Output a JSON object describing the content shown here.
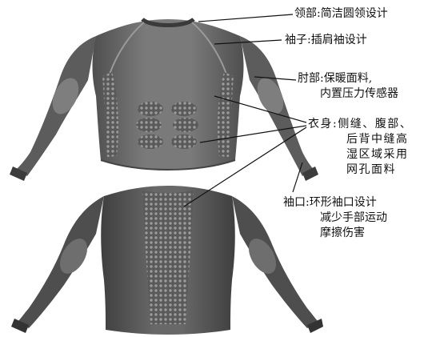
{
  "annotations": {
    "neckline": {
      "lines": [
        "领部:简洁圆领设计"
      ]
    },
    "sleeve": {
      "lines": [
        "袖子:插肩袖设计"
      ]
    },
    "elbow": {
      "lines": [
        "肘部:保暖面料,",
        "内置压力传感器"
      ]
    },
    "body": {
      "lines": [
        "衣身:侧缝、腹部、",
        "后背中缝高",
        "湿区域采用",
        "网孔面料"
      ]
    },
    "cuff": {
      "lines": [
        "袖口:环形袖口设计",
        "减少手部运动",
        "摩擦伤害"
      ]
    }
  },
  "colors": {
    "garment": "#6e6e6e",
    "garment_dark": "#4a4a4a",
    "garment_light": "#8c8c8c",
    "mesh": "#9a9a9a",
    "leader_line": "#111111"
  },
  "views": [
    "front-view",
    "back-view"
  ]
}
